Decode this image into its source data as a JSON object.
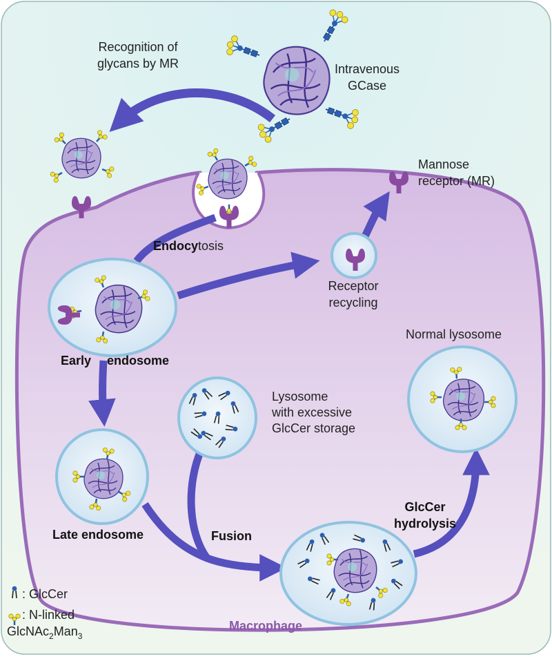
{
  "labels": {
    "recognition_line1": "Recognition of",
    "recognition_line2": "glycans by MR",
    "intravenous_line1": "Intravenous",
    "intravenous_line2": "GCase",
    "mannose_line1": "Mannose",
    "mannose_line2": "receptor (MR)",
    "endocytosis_bold": "Endocy",
    "endocytosis_rest": "tosis",
    "receptor_line1": "Receptor",
    "receptor_line2": "recycling",
    "early_bold": "Early",
    "early_rest": "endosome",
    "lysosome_line1": "Lysosome",
    "lysosome_line2": "with excessive",
    "lysosome_line3": "GlcCer storage",
    "normal_lysosome": "Normal lysosome",
    "late_endosome": "Late endosome",
    "fusion": "Fusion",
    "hydrolysis_line1": "GlcCer",
    "hydrolysis_line2": "hydrolysis",
    "macrophage": "Macrophage"
  },
  "legend": {
    "glccer": ": GlcCer",
    "nlinked_line1": ": N-linked",
    "nlinked_line2_a": "GlcNAc",
    "nlinked_sub1": "2",
    "nlinked_line2_b": "Man",
    "nlinked_sub2": "3"
  },
  "colors": {
    "arrow": "#5550bd",
    "cell_membrane": "#9a6bb8",
    "cell_fill": "#ddc9e6",
    "vesicle_border": "#8fc3e0",
    "vesicle_fill": "#e4eef7",
    "receptor": "#8a4aa0",
    "protein": "#6a55a8",
    "glycan_yellow": "#f2e23a",
    "glycan_blue": "#2d5fae"
  },
  "icons": {
    "receptor": "mannose-receptor-icon",
    "protein": "gcase-protein-icon",
    "glycan": "n-linked-glycan-icon",
    "lipid": "glccer-lipid-icon"
  }
}
